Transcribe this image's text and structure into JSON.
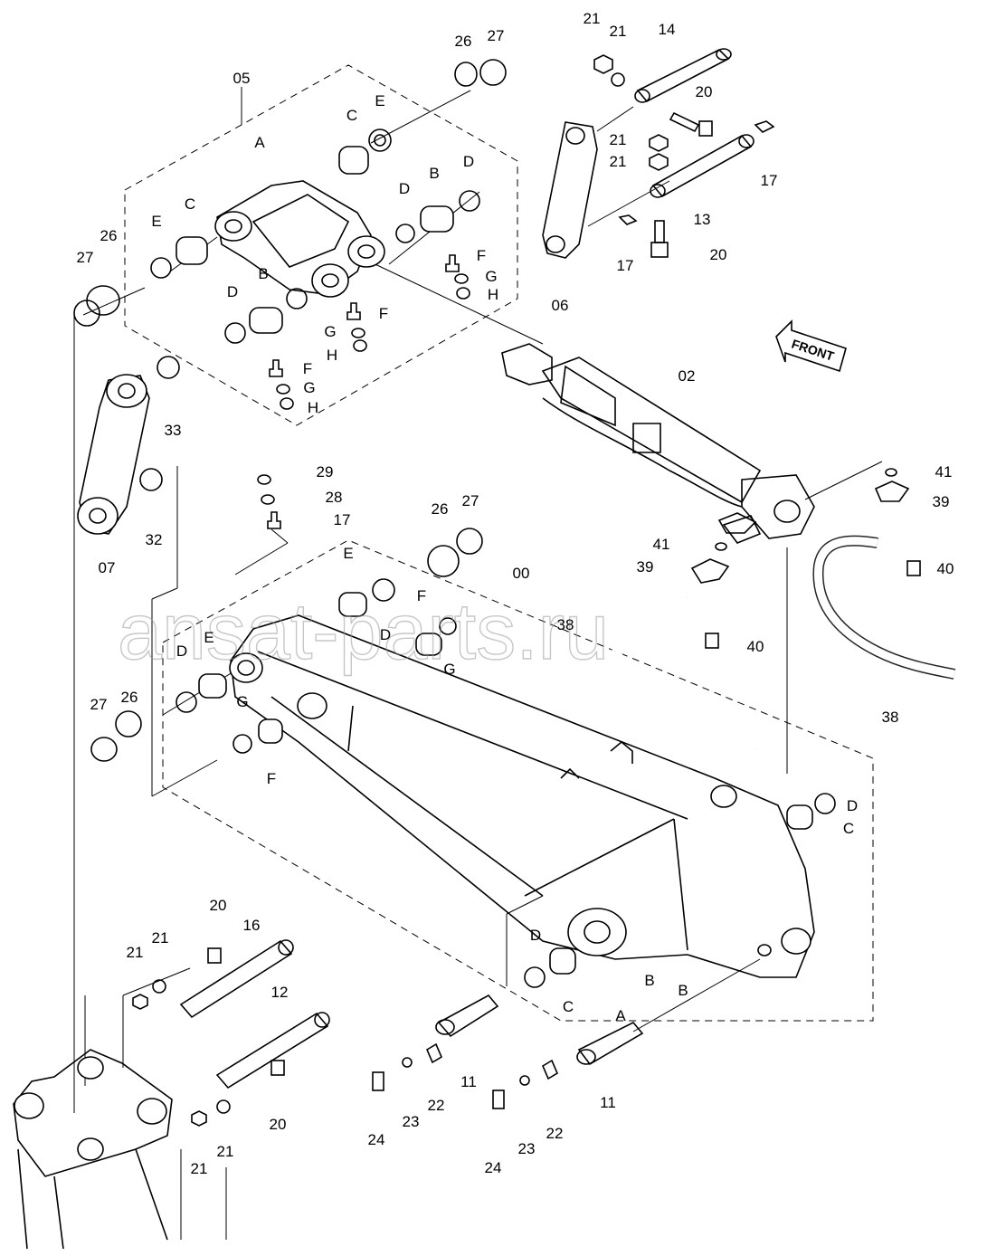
{
  "diagram": {
    "watermark": "ansat-parts.ru",
    "direction_label": "FRONT",
    "callouts": [
      "05",
      "A",
      "C",
      "E",
      "26",
      "27",
      "B",
      "D",
      "E",
      "C",
      "26",
      "27",
      "B",
      "D",
      "D",
      "F",
      "G",
      "H",
      "F",
      "G",
      "H",
      "G",
      "H",
      "F",
      "33",
      "07",
      "32",
      "21",
      "21",
      "14",
      "20",
      "21",
      "21",
      "17",
      "13",
      "17",
      "20",
      "06",
      "02",
      "29",
      "28",
      "17",
      "26",
      "27",
      "00",
      "41",
      "39",
      "41",
      "39",
      "40",
      "38",
      "40",
      "38",
      "E",
      "F",
      "D",
      "G",
      "E",
      "D",
      "27",
      "26",
      "G",
      "F",
      "D",
      "C",
      "D",
      "C",
      "B",
      "B",
      "A",
      "20",
      "21",
      "21",
      "16",
      "12",
      "20",
      "21",
      "21",
      "11",
      "23",
      "22",
      "24",
      "11",
      "23",
      "22",
      "24"
    ]
  }
}
